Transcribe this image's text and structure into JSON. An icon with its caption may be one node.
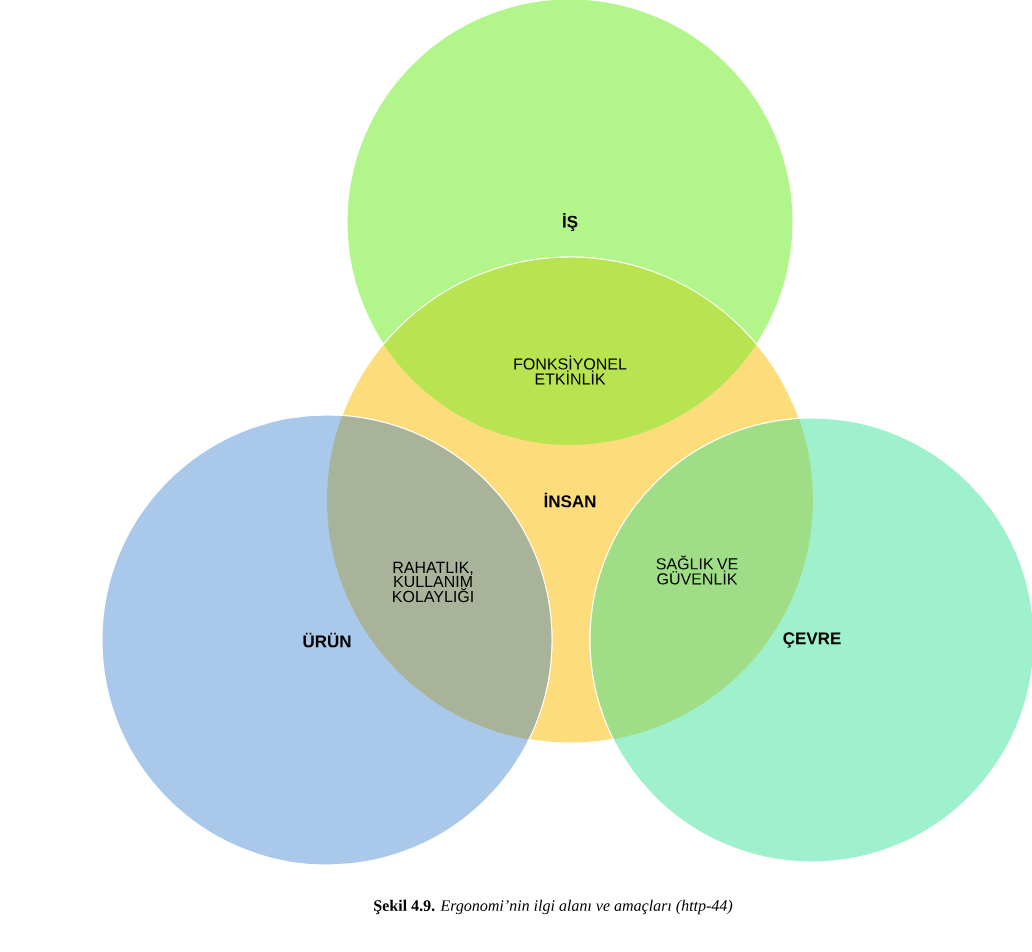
{
  "diagram": {
    "caption": "**Şekil 4.9.** *Ergonomi’nin ilgi alanı ve amaçları (http-44)*",
    "nodes": [
      {
        "text": [
          "İŞ"
        ]
      },
      {
        "text": [
          "İNSAN"
        ]
      },
      {
        "text": [
          "ÜRÜN"
        ]
      },
      {
        "text": [
          "ÇEVRE"
        ]
      }
    ],
    "labels": [
      "FONKSİYONEL ETKİNLİK",
      "RAHATLIK, KULLANIM KOLAYLIĞI",
      "SAĞLIK VE GÜVENLİK"
    ]
  }
}
